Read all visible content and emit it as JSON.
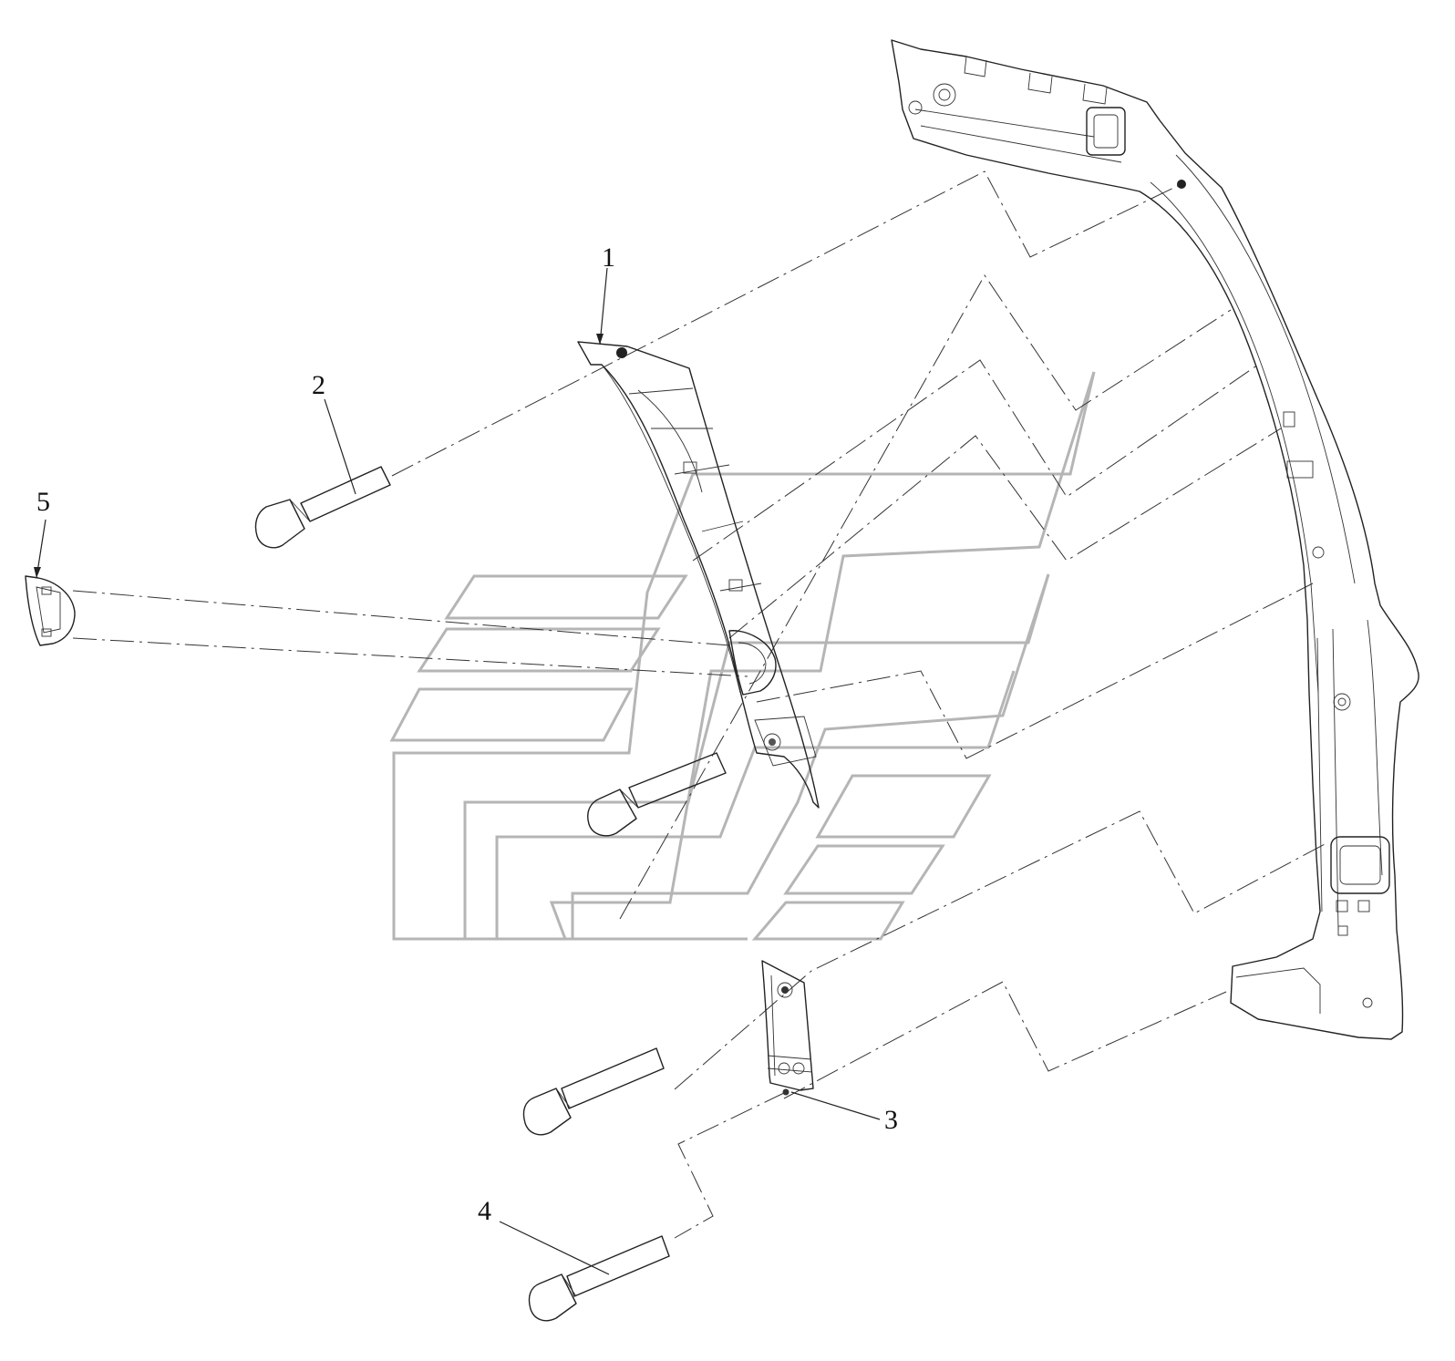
{
  "callouts": [
    {
      "id": "1",
      "text": "1",
      "part": "pillar-trim-upper"
    },
    {
      "id": "2",
      "text": "2",
      "part": "clip-fastener"
    },
    {
      "id": "3",
      "text": "3",
      "part": "pillar-trim-lower"
    },
    {
      "id": "4",
      "text": "4",
      "part": "clip-fastener"
    },
    {
      "id": "5",
      "text": "5",
      "part": "tweeter-cover"
    }
  ],
  "colors": {
    "line": "#222222",
    "watermark": "#b5b5b5",
    "background": "#ffffff"
  }
}
